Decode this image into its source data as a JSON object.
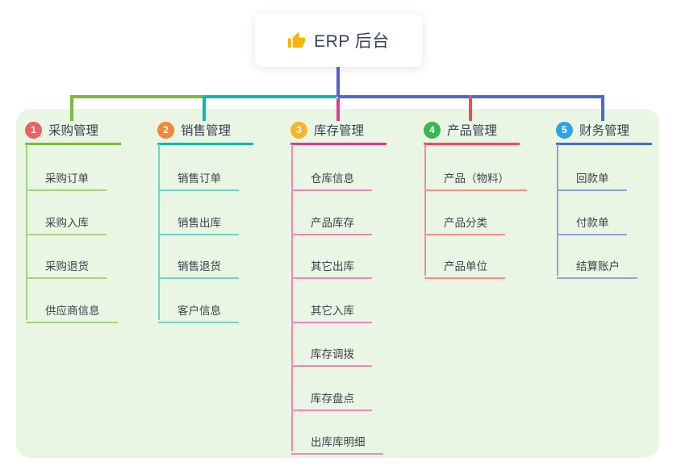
{
  "root": {
    "title": "ERP 后台",
    "icon": "thumbs-up"
  },
  "branches": [
    {
      "number": "1",
      "label": "采购管理",
      "badge_color": "#ee5f66",
      "line_color": "#7cb93e",
      "child_line_color": "#a6d37f",
      "children": [
        "采购订单",
        "采购入库",
        "采购退货",
        "供应商信息"
      ]
    },
    {
      "number": "2",
      "label": "销售管理",
      "badge_color": "#f5863b",
      "line_color": "#10b7ad",
      "child_line_color": "#72d2c8",
      "children": [
        "销售订单",
        "销售出库",
        "销售退货",
        "客户信息"
      ]
    },
    {
      "number": "3",
      "label": "库存管理",
      "badge_color": "#f7b52c",
      "line_color": "#d93c97",
      "child_line_color": "#ef87bd",
      "children": [
        "仓库信息",
        "产品库存",
        "其它出库",
        "其它入库",
        "库存调拨",
        "库存盘点",
        "出库库明细"
      ]
    },
    {
      "number": "4",
      "label": "产品管理",
      "badge_color": "#3cb454",
      "line_color": "#f5495d",
      "child_line_color": "#f79089",
      "children": [
        "产品（物料）",
        "产品分类",
        "产品单位"
      ]
    },
    {
      "number": "5",
      "label": "财务管理",
      "badge_color": "#31a3dc",
      "line_color": "#4a67d6",
      "child_line_color": "#8da3d9",
      "children": [
        "回款单",
        "付款单",
        "结算账户"
      ]
    }
  ],
  "colors": {
    "page_bg": "#ffffff",
    "panel_bg": "#e9f6e3",
    "trunk": "#5a5fc7",
    "header_text": "#3a3f52",
    "child_text": "#3f434b",
    "root_text": "#3c4358",
    "thumb": "#f4b400"
  }
}
